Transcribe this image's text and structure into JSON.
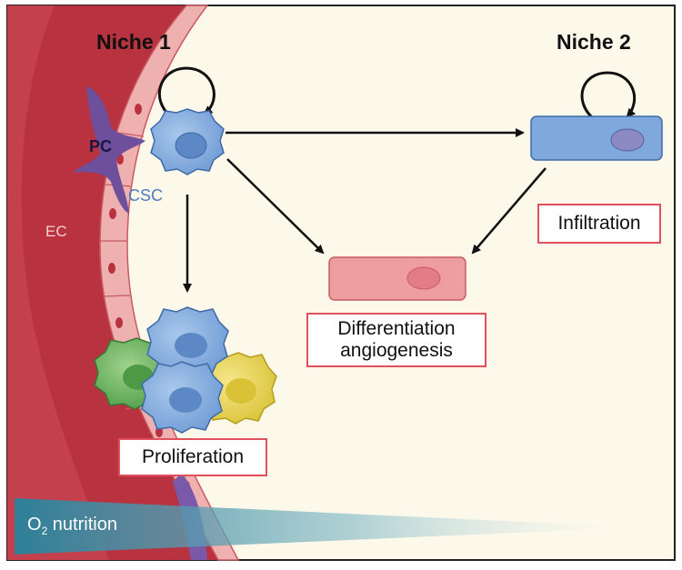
{
  "labels": {
    "niche1": "Niche 1",
    "niche2": "Niche 2",
    "pc": "PC",
    "ec": "EC",
    "csc": "CSC",
    "infiltration": "Infiltration",
    "differentiation_line1": "Differentiation",
    "differentiation_line2": "angiogenesis",
    "proliferation": "Proliferation",
    "o2_prefix": "O",
    "o2_subscript": "2",
    "o2_suffix": " nutrition"
  },
  "colors": {
    "background": "#fdf9ea",
    "vessel": "#b8323f",
    "vessel_wall": "#e9a3a3",
    "pericyte": "#6d4f9c",
    "stem_cell": "#7fa9dc",
    "stem_nucleus": "#5c89c5",
    "pink_cell": "#ef9ea0",
    "green_cell": "#65b25a",
    "yellow_cell": "#e8d54a",
    "box_border": "#e0505f",
    "gradient": "#2d7f98"
  },
  "icons": {
    "self_renewal": "curved-loop-arrow-icon",
    "arrow": "arrow-icon"
  }
}
